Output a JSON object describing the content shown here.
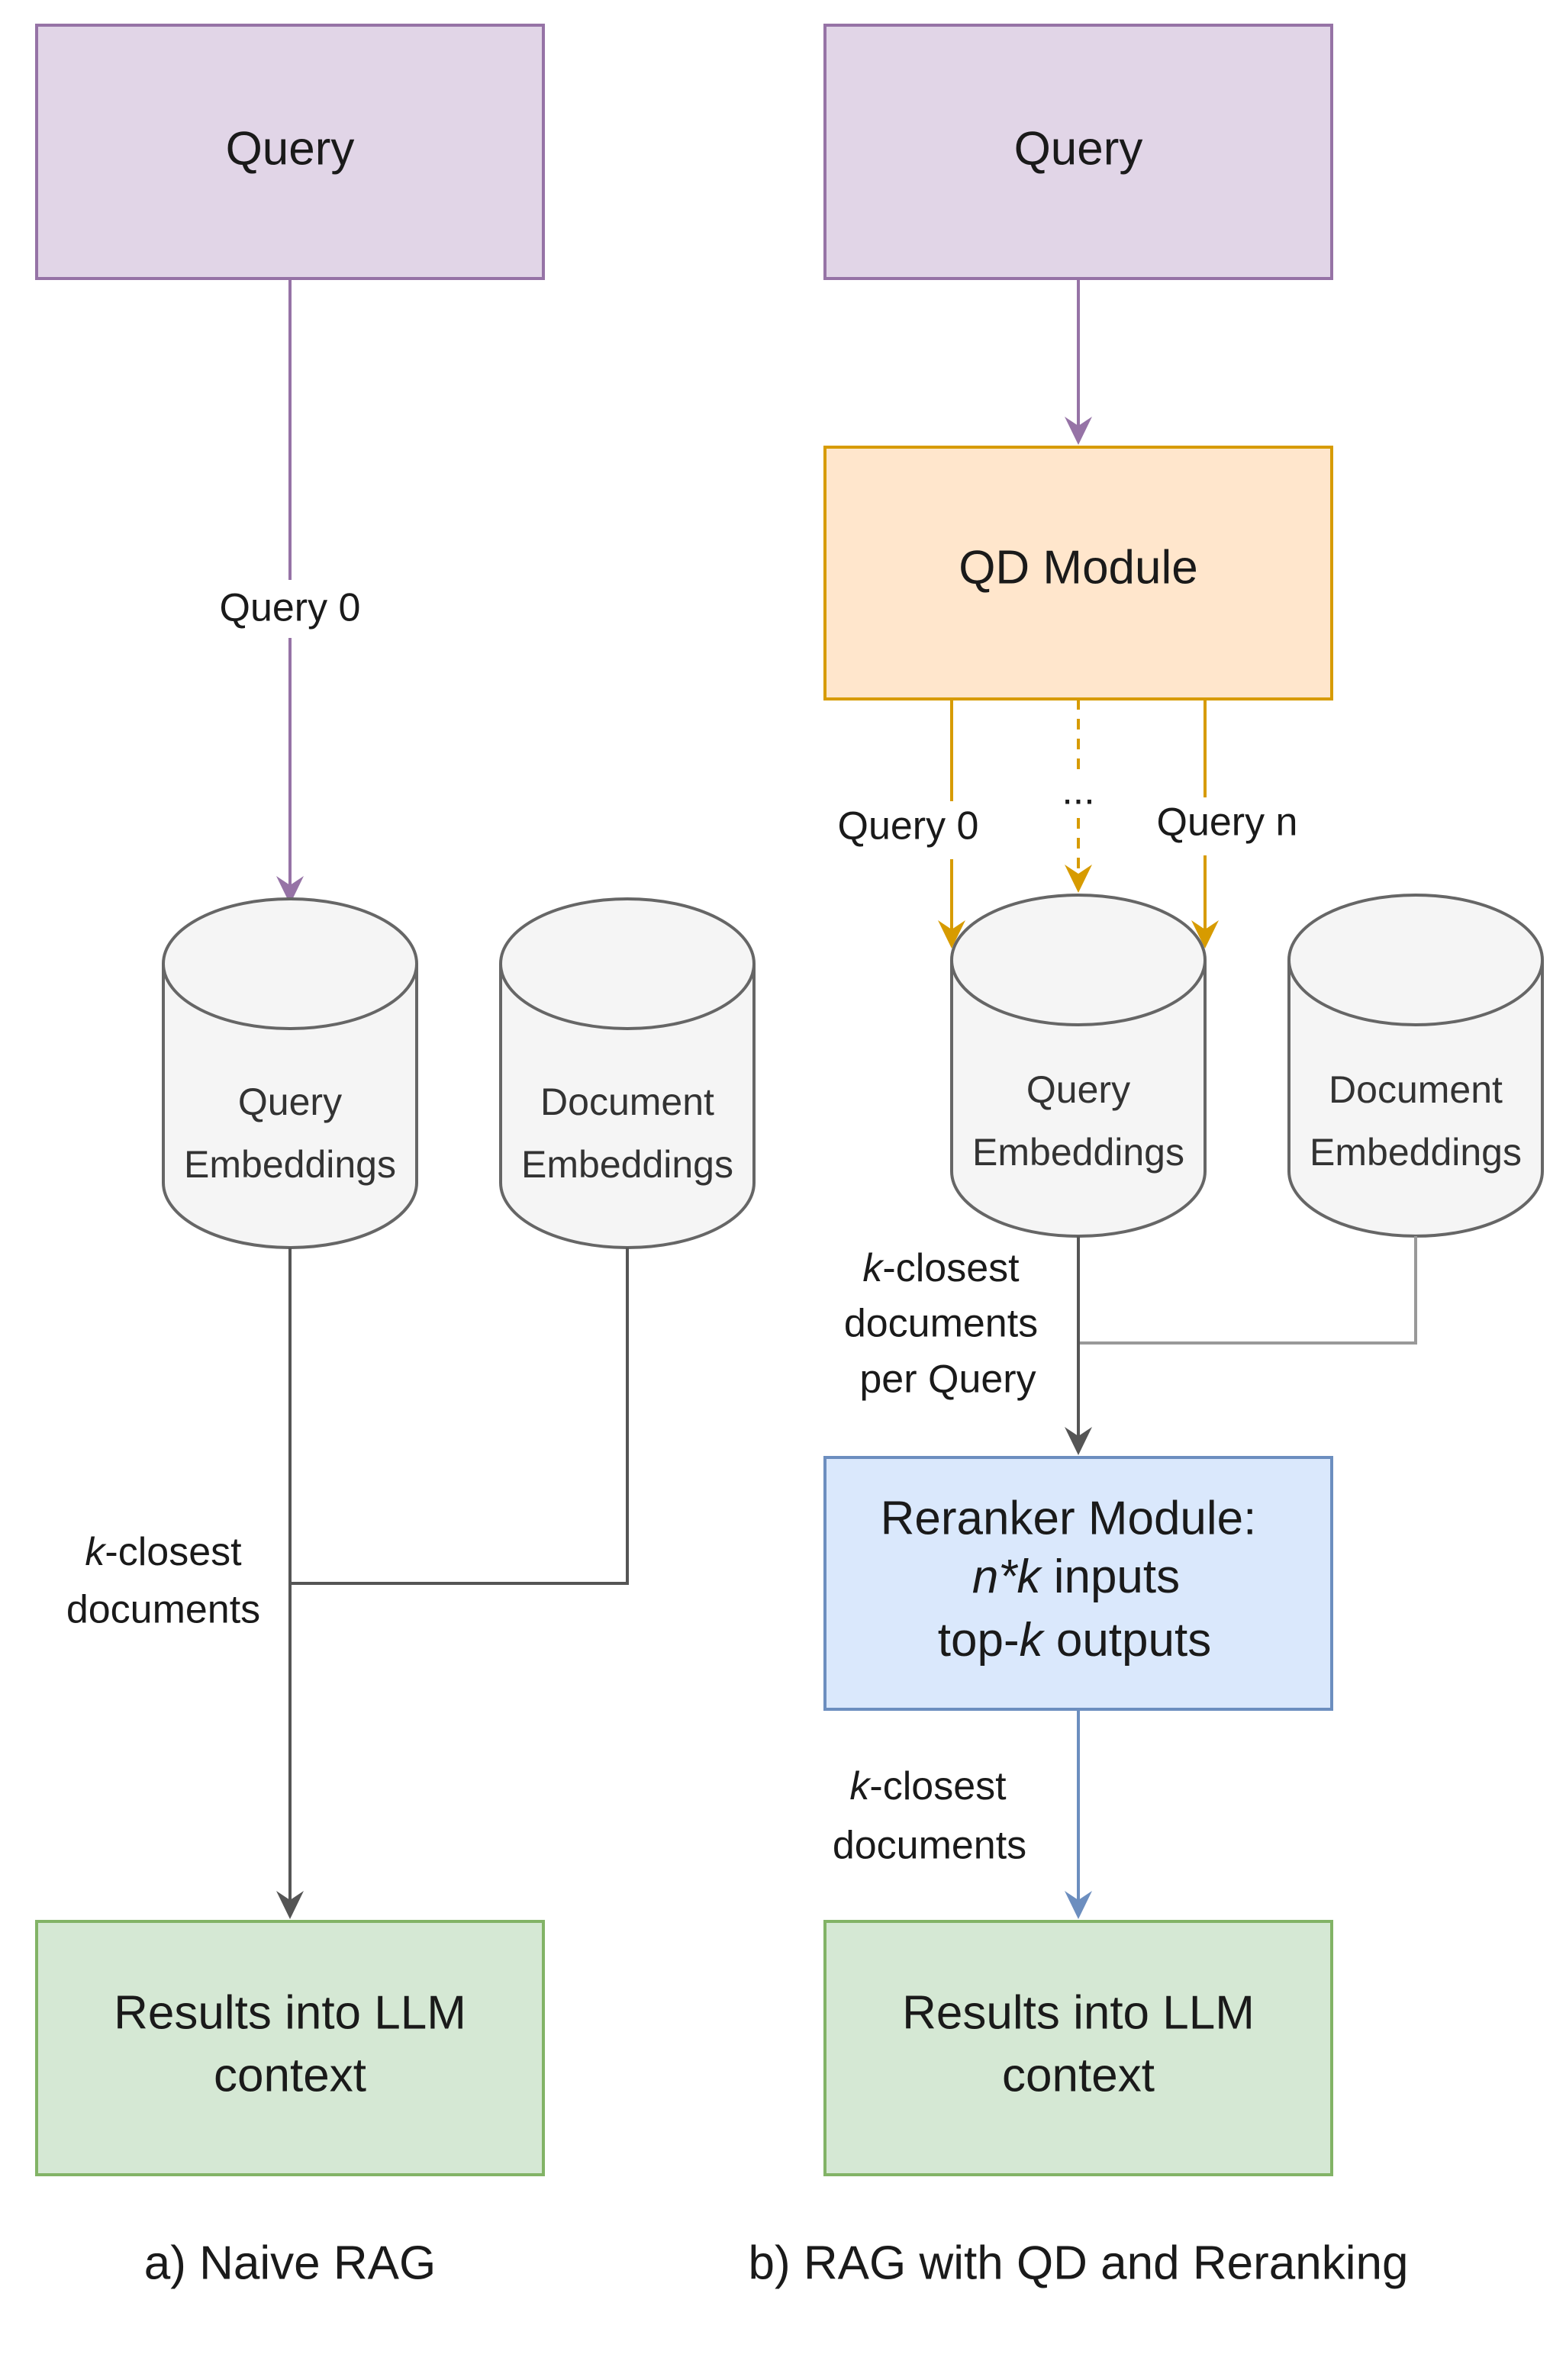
{
  "panel_a": {
    "query_box": "Query",
    "edge_query": "Query 0",
    "query_db": [
      "Query",
      "Embeddings"
    ],
    "doc_db": [
      "Document",
      "Embeddings"
    ],
    "edge_docs": {
      "k": "k",
      "rest": "-closest",
      "line2": "documents"
    },
    "results_box": [
      "Results into LLM",
      "context"
    ],
    "caption": "a) Naive RAG"
  },
  "panel_b": {
    "query_box": "Query",
    "qd_module": "QD Module",
    "edge_query0": "Query 0",
    "edge_ellipsis": "...",
    "edge_queryn": "Query n",
    "query_db": [
      "Query",
      "Embeddings"
    ],
    "doc_db": [
      "Document",
      "Embeddings"
    ],
    "edge_per_query": {
      "k": "k",
      "rest": "-closest",
      "line2": "documents",
      "line3": "per Query"
    },
    "reranker": {
      "line1": "Reranker Module:",
      "line2_var": "n*k",
      "line2_rest": " inputs",
      "line3_pre": "top-",
      "line3_var": "k",
      "line3_rest": " outputs"
    },
    "edge_docs": {
      "k": "k",
      "rest": "-closest",
      "line2": "documents"
    },
    "results_box": [
      "Results into LLM",
      "context"
    ],
    "caption": "b) RAG with QD and Reranking"
  },
  "colors": {
    "query_fill": "#e1d5e7",
    "query_stroke": "#9673a6",
    "qd_fill": "#ffe6cc",
    "qd_stroke": "#d79b00",
    "reranker_fill": "#dae8fc",
    "reranker_stroke": "#6c8ebf",
    "results_fill": "#d5e8d4",
    "results_stroke": "#82b366",
    "cylinder_fill": "#f5f5f5",
    "cylinder_stroke": "#666666",
    "dark_arrow": "#555555",
    "light_connector": "#999999"
  }
}
